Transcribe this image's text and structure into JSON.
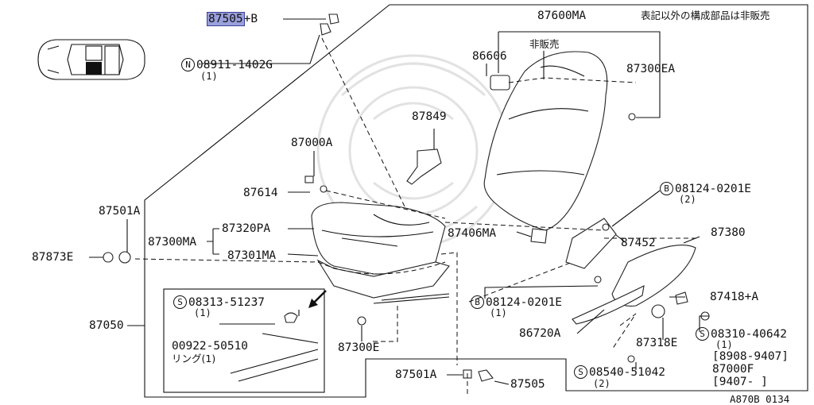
{
  "header": {
    "note": "表記以外の構成部品は非販売",
    "doc_code": "A870B 0134"
  },
  "callouts": {
    "p87505_top": {
      "num": "87505",
      "suffix": "+B"
    },
    "p08911": {
      "prefix": "N",
      "num": "08911-1402G",
      "qty": "(1)"
    },
    "p87600MA": "87600MA",
    "hihanbai": "非販売",
    "p86606": "86606",
    "p87300EA": "87300EA",
    "p87849": "87849",
    "p87000A": "87000A",
    "p87614": "87614",
    "p87501A_left": "87501A",
    "p87873E": "87873E",
    "p87300MA": "87300MA",
    "p87320PA": "87320PA",
    "p87301MA": "87301MA",
    "p08124_upper": {
      "prefix": "B",
      "num": "08124-0201E",
      "qty": "(2)"
    },
    "p87406MA": "87406MA",
    "p87452": "87452",
    "p87380": "87380",
    "p08124_lower": {
      "prefix": "B",
      "num": "08124-0201E",
      "qty": "(1)"
    },
    "p87418A": "87418+A",
    "p86720A": "86720A",
    "p87318E": "87318E",
    "p08310": {
      "prefix": "S",
      "num": "08310-40642",
      "qty": "(1)",
      "range1": "[8908-9407]",
      "alt": "87000F",
      "range2": "[9407-     ]"
    },
    "p08540": {
      "prefix": "S",
      "num": "08540-51042",
      "qty": "(2)"
    },
    "p87050": "87050",
    "p87300E": "87300E",
    "p87501A_bottom": "87501A",
    "p87505_bottom": "87505",
    "inset_08313": {
      "prefix": "S",
      "num": "08313-51237",
      "qty": "(1)"
    },
    "inset_00922": {
      "num": "00922-50510",
      "qty": "リング(1)"
    }
  },
  "highlight_color": "#9aa0dc"
}
